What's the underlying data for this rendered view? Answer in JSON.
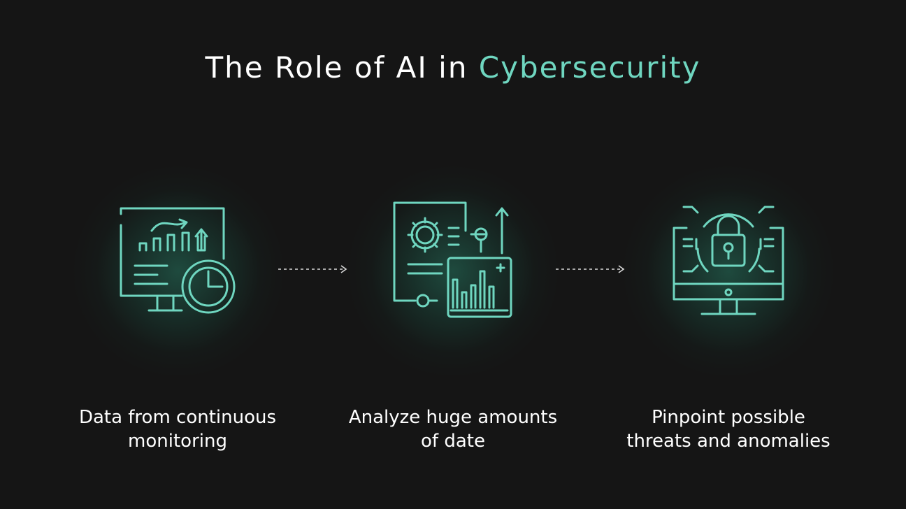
{
  "title": {
    "prefix": "The Role of AI in",
    "highlight": "Cybersecurity"
  },
  "colors": {
    "background": "#151515",
    "accent": "#6fd6c0",
    "text": "#ffffff"
  },
  "steps": [
    {
      "icon": "monitor-analytics-clock-icon",
      "caption_line1": "Data from continuous",
      "caption_line2": "monitoring"
    },
    {
      "icon": "document-gear-chart-icon",
      "caption_line1": "Analyze huge amounts",
      "caption_line2": "of date"
    },
    {
      "icon": "monitor-padlock-icon",
      "caption_line1": "Pinpoint possible",
      "caption_line2": "threats and anomalies"
    }
  ]
}
